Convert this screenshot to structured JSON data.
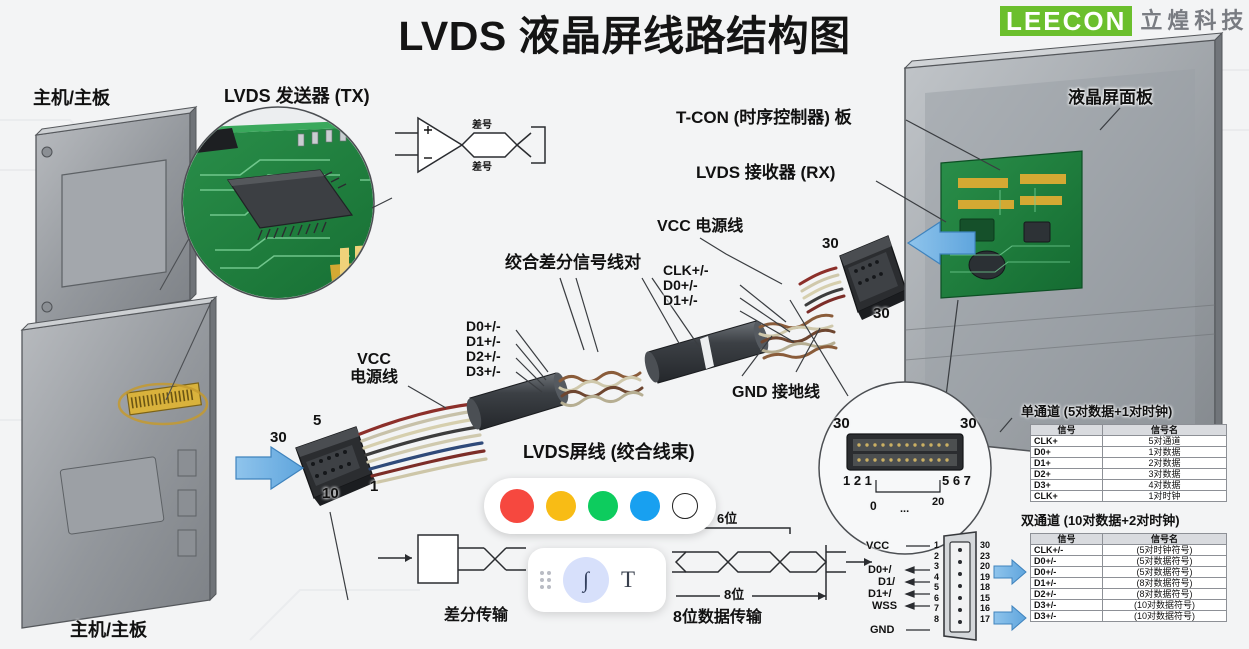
{
  "title": "LVDS 液晶屏线路结构图",
  "labels": {
    "host_top": "主机/主板",
    "host_bottom": "主机/主板",
    "lvds_tx": "LVDS 发送器 (TX)",
    "tcon": "T-CON (时序控制器) 板",
    "lvds_rx": "LVDS 接收器 (RX)",
    "panel": "液晶屏面板",
    "vcc_power_right": "VCC 电源线",
    "vcc_power_left": "VCC\n电源线",
    "gnd": "GND 接地线",
    "twisted_pairs": "绞合差分信号线对",
    "cable_title": "LVDS屏线 (绞合线束)",
    "diff_transmit": "差分传输",
    "data_transmit": "8位数据传输",
    "diff_sig_top": "差号",
    "diff_sig_bottom": "差号"
  },
  "pair_labels_left": [
    "D0+/-",
    "D1+/-",
    "D2+/-",
    "D3+/-"
  ],
  "pair_labels_right": [
    "CLK+/-",
    "D0+/-",
    "D1+/-"
  ],
  "connector_numbers": {
    "left_top": "5",
    "left_30": "30",
    "left_1": "1",
    "left_10": "10",
    "right_top": "30",
    "right_bottom": "30",
    "detail_left": "30",
    "detail_right": "30",
    "detail_bottom_left": "1 2 1",
    "detail_bottom_right": "5 6 7",
    "range_start": "0",
    "range_end": "20",
    "range_dots": "..."
  },
  "waveform": {
    "bits_top": "6位",
    "bits_bottom": "8位"
  },
  "pinout": {
    "signals": [
      "VCC",
      "D0+/",
      "D1/",
      "D1+/",
      "WSS",
      "GND"
    ],
    "left_pins": [
      "1",
      "2",
      "3",
      "4",
      "5",
      "6",
      "7",
      "8"
    ],
    "right_pins": [
      "30",
      "23",
      "20",
      "19",
      "18",
      "15",
      "16",
      "17"
    ]
  },
  "tables": {
    "single_channel_title": "单通道 (5对数据+1对时钟)",
    "dual_channel_title": "双通道 (10对数据+2对时钟)",
    "headers": [
      "信号",
      "信号名"
    ],
    "single_rows": [
      {
        "sig": "CLK+",
        "dsc": "5对通道"
      },
      {
        "sig": "D0+",
        "dsc": "1对数据"
      },
      {
        "sig": "D1+",
        "dsc": "2对数据"
      },
      {
        "sig": "D2+",
        "dsc": "3对数据"
      },
      {
        "sig": "D3+",
        "dsc": "4对数据"
      },
      {
        "sig": "CLK+",
        "dsc": "1对时钟"
      }
    ],
    "dual_rows": [
      {
        "sig": "CLK+/-",
        "dsc": "(5对时钟符号)"
      },
      {
        "sig": "D0+/-",
        "dsc": "(5对数据符号)"
      },
      {
        "sig": "D0+/-",
        "dsc": "(5对数据符号)"
      },
      {
        "sig": "D1+/-",
        "dsc": "(8对数据符号)"
      },
      {
        "sig": "D2+/-",
        "dsc": "(8对数据符号)"
      },
      {
        "sig": "D3+/-",
        "dsc": "(10对数据符号)"
      },
      {
        "sig": "D3+/-",
        "dsc": "(10对数据符号)"
      }
    ]
  },
  "watermarks": {
    "brand_en": "LEECON",
    "brand_cn": "立煌科技"
  },
  "swatches": {
    "colors": [
      "#f6483f",
      "#f8bc15",
      "#0dcc5e",
      "#18a0f0",
      "#ffffff"
    ],
    "names": [
      "red-swatch",
      "yellow-swatch",
      "green-swatch",
      "blue-swatch",
      "white-swatch"
    ]
  },
  "toolbar": {
    "drag_handle": "drag-dots",
    "pen_glyph": "∫",
    "text_tool": "T"
  }
}
